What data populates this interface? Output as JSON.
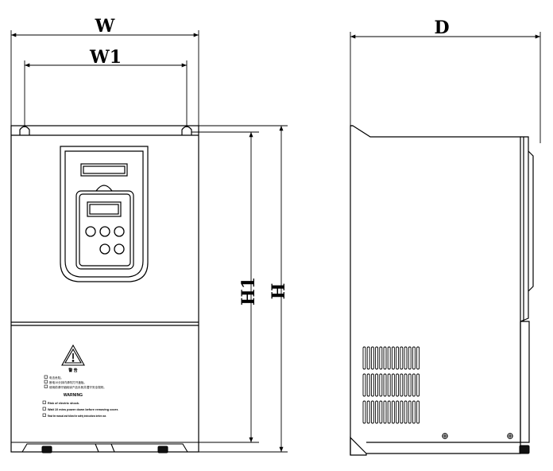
{
  "dimensions": {
    "W": "W",
    "W1": "W1",
    "H": "H",
    "H1": "H1",
    "D": "D"
  },
  "label": {
    "title_cn": "警 告",
    "line1_cn": "电击危险。",
    "line2_cn": "断电10分钟内请勿打开盖板。",
    "line3_cn": "使用前请仔细阅读产品手册并遵守安全规则。",
    "heading_en": "WARNING",
    "line1_en": "Risk of electric shock.",
    "line2_en": "Wait 10 mins power down before removing cover.",
    "line3_en": "Read the manual and follow the safety instructions before use."
  },
  "colors": {
    "line": "#000000",
    "background": "#ffffff"
  },
  "icons": [
    "warning-triangle-icon",
    "keypad-button-icon",
    "screw-icon",
    "foot-icon"
  ]
}
